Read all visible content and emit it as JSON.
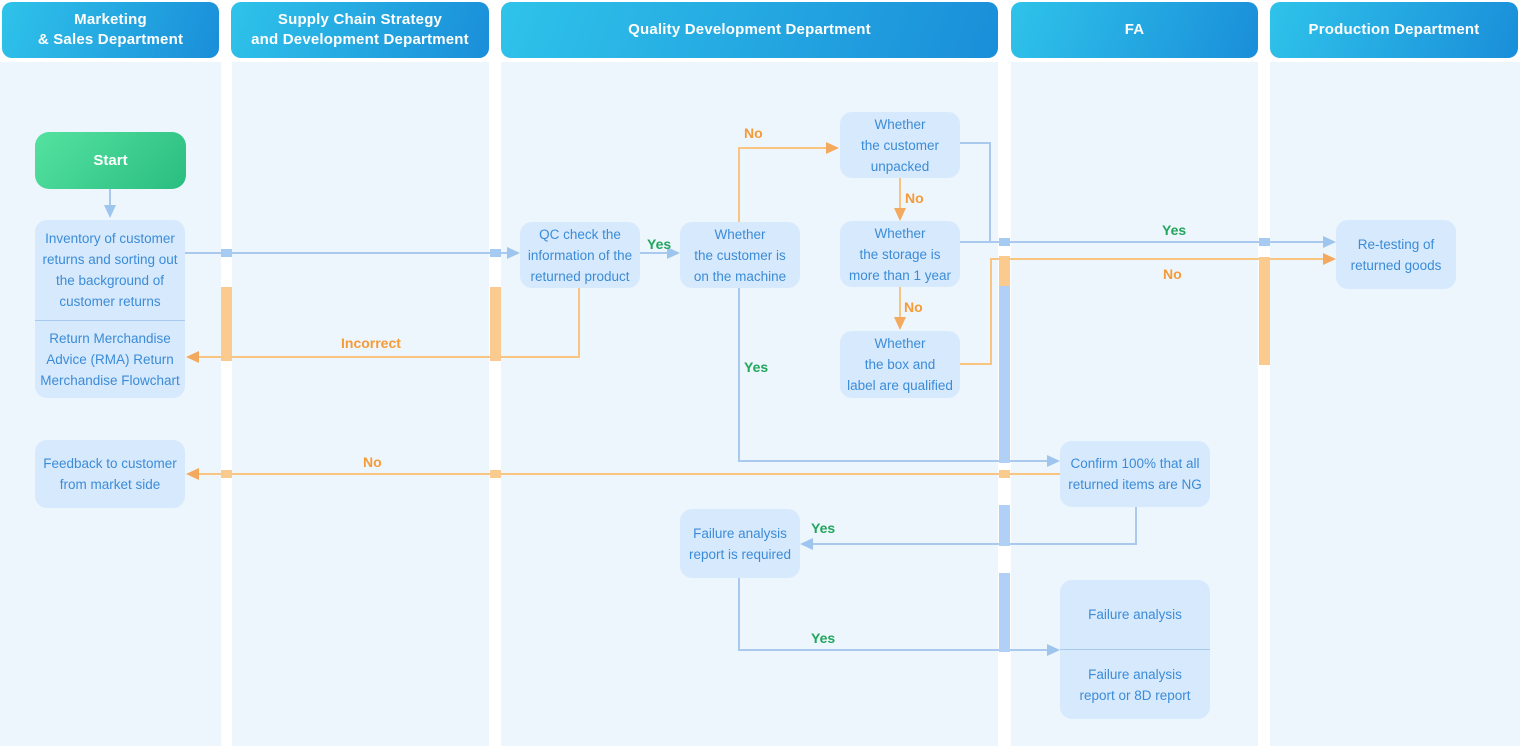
{
  "lanes": [
    {
      "id": "marketing-sales",
      "header_lines": [
        "Marketing",
        "& Sales Department"
      ]
    },
    {
      "id": "supply-chain",
      "header_lines": [
        "Supply Chain Strategy",
        "and Development Department"
      ]
    },
    {
      "id": "quality-development",
      "header_lines": [
        "Quality Development Department"
      ]
    },
    {
      "id": "fa",
      "header_lines": [
        "FA"
      ]
    },
    {
      "id": "production",
      "header_lines": [
        "Production Department"
      ]
    }
  ],
  "nodes": {
    "start": {
      "lines": [
        "Start"
      ]
    },
    "inventory": {
      "lines": [
        "Inventory of customer",
        "returns and sorting out",
        "the background of",
        "customer returns"
      ]
    },
    "rma": {
      "lines": [
        "Return Merchandise",
        "Advice (RMA) Return",
        "Merchandise Flowchart"
      ]
    },
    "feedback": {
      "lines": [
        "Feedback to customer",
        "from market side"
      ]
    },
    "qc": {
      "lines": [
        "QC check the",
        "information of the",
        "returned product"
      ]
    },
    "machine": {
      "lines": [
        "Whether",
        "the customer is",
        "on the machine"
      ]
    },
    "unpacked": {
      "lines": [
        "Whether",
        "the customer",
        "unpacked"
      ]
    },
    "storage": {
      "lines": [
        "Whether",
        "the storage is",
        "more than 1 year"
      ]
    },
    "boxlabel": {
      "lines": [
        "Whether",
        "the box and",
        "label are qualified"
      ]
    },
    "confirm": {
      "lines": [
        "Confirm 100% that all",
        "returned items are NG"
      ]
    },
    "retest": {
      "lines": [
        "Re-testing of",
        "returned goods"
      ]
    },
    "failreq": {
      "lines": [
        "Failure analysis",
        "report is required"
      ]
    },
    "fa_analysis": {
      "lines": [
        "Failure analysis"
      ]
    },
    "fa_report": {
      "lines": [
        "Failure analysis",
        "report or 8D report"
      ]
    }
  },
  "edge_labels": {
    "qc_to_machine": "Yes",
    "machine_to_unpacked": "No",
    "unpacked_to_storage": "No",
    "storage_to_boxlabel": "No",
    "machine_to_confirm": "Yes",
    "qc_to_rma": "Incorrect",
    "to_retest_yes": "Yes",
    "to_retest_no": "No",
    "confirm_to_feedback": "No",
    "confirm_to_failreq": "Yes",
    "failreq_to_fa": "Yes"
  },
  "colors": {
    "header_gradient_start": "#2fc3ea",
    "header_gradient_end": "#1a8ed9",
    "header_text": "#ffffff",
    "start_gradient_start": "#55e2a0",
    "start_gradient_end": "#29bd80",
    "lane_background": "#edf5fd",
    "node_fill": "#d7e9fc",
    "node_text": "#3b8cd8",
    "blue_connector": "#a9c9ee",
    "orange_connector": "#f8c480",
    "green_label": "#21a65c",
    "orange_label": "#f59b38"
  }
}
